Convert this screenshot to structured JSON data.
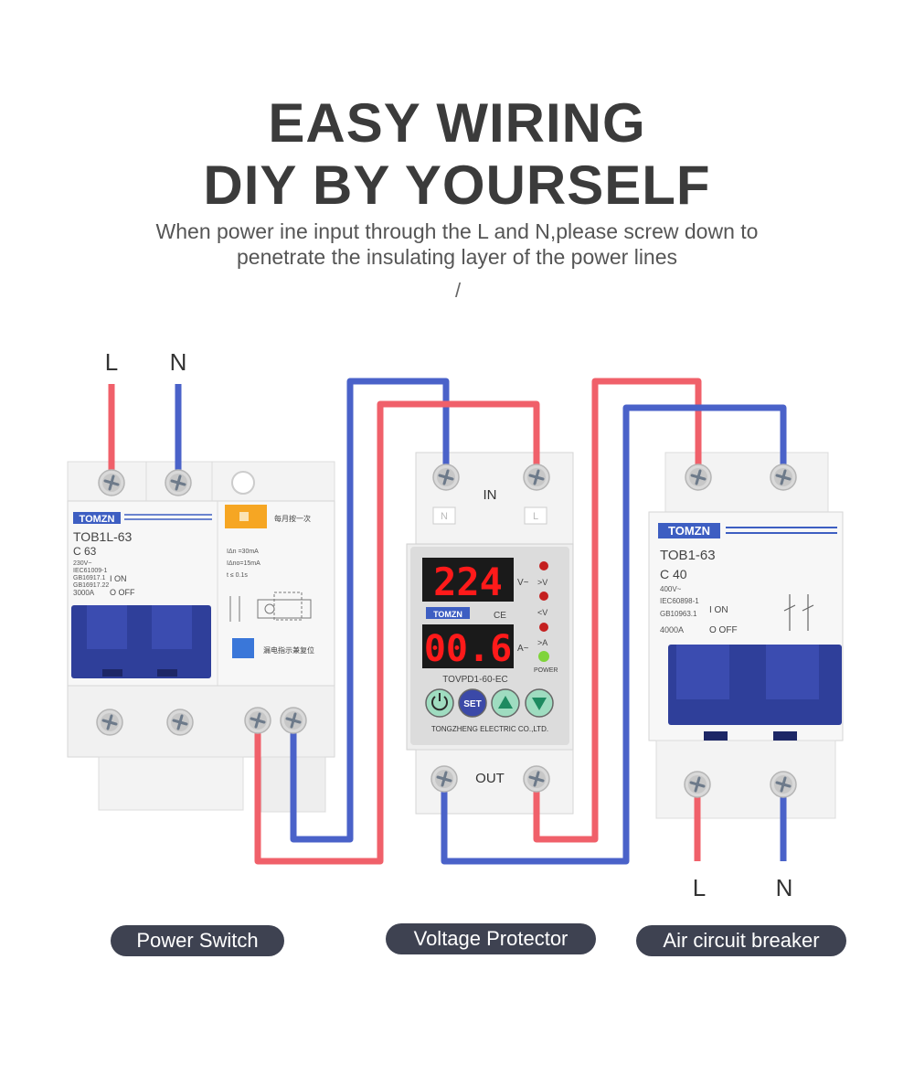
{
  "header": {
    "title_line1": "EASY WIRING",
    "title_line2": "DIY BY YOURSELF",
    "subtitle_line1": "When power ine input through the L and N,please screw down to",
    "subtitle_line2": "penetrate the insulating layer of the power lines",
    "slash": "/"
  },
  "labels": {
    "input_l": "L",
    "input_n": "N",
    "output_l": "L",
    "output_n": "N"
  },
  "power_switch": {
    "brand": "TOMZN",
    "model": "TOB1L-63",
    "rating": "C 63",
    "spec_lines": [
      "230V~",
      "IEC61009-1",
      "GB16917.1",
      "GB16917.22",
      "3000A"
    ],
    "on_label": "I ON",
    "off_label": "O OFF",
    "test_label": "每月按一次",
    "leak_lines": [
      "IΔn =30mA",
      "IΔno=15mA",
      "t ≤ 0.1s"
    ],
    "reset_label": "漏电指示兼复位",
    "caption": "Power Switch"
  },
  "voltage_protector": {
    "in_label": "IN",
    "out_label": "OUT",
    "voltage_display": "224",
    "current_display": "00.6",
    "volt_unit": "V~",
    "amp_unit": "A~",
    "brand": "TOMZN",
    "ce_mark": "CE",
    "indicator_over_v": ">V",
    "indicator_under_v": "<V",
    "indicator_over_a": ">A",
    "indicator_power": "POWER",
    "model": "TOVPD1-60-EC",
    "set_button": "SET",
    "maker": "TONGZHENG ELECTRIC CO.,LTD.",
    "terminal_n": "N",
    "terminal_l": "L",
    "caption": "Voltage Protector"
  },
  "air_breaker": {
    "brand": "TOMZN",
    "model": "TOB1-63",
    "rating": "C 40",
    "spec_lines": [
      "400V~",
      "IEC60898-1",
      "GB10963.1",
      "4000A"
    ],
    "on_label": "I ON",
    "off_label": "O OFF",
    "caption": "Air circuit breaker"
  },
  "colors": {
    "live_wire": "#f0606a",
    "neutral_wire": "#4a62c9",
    "breaker_body": "#f2f2f2",
    "handle_blue": "#2f3f9a",
    "display_red": "#ff1a1a",
    "pill_bg": "#3e4251"
  }
}
